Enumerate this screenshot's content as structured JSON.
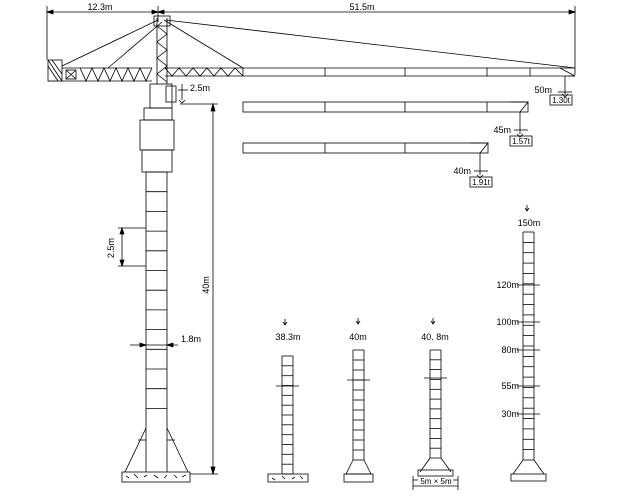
{
  "dimensions": {
    "counter_jib": "12.3m",
    "main_jib": "51.5m",
    "hook_clearance": "2.5m",
    "section_height": "2.5m",
    "tower_height": "40m",
    "mast_width": "1.8m",
    "base_size": "5m × 5m"
  },
  "jib_options": [
    {
      "length": "50m",
      "tip_load": "1.30t"
    },
    {
      "length": "45m",
      "tip_load": "1.57t"
    },
    {
      "length": "40m",
      "tip_load": "1.91t"
    }
  ],
  "tower_variants": [
    {
      "height": "38.3m"
    },
    {
      "height": "40m"
    },
    {
      "height": "40. 8m"
    },
    {
      "height": "150m",
      "tie_levels": [
        "120m",
        "100m",
        "80m",
        "55m",
        "30m"
      ]
    }
  ]
}
